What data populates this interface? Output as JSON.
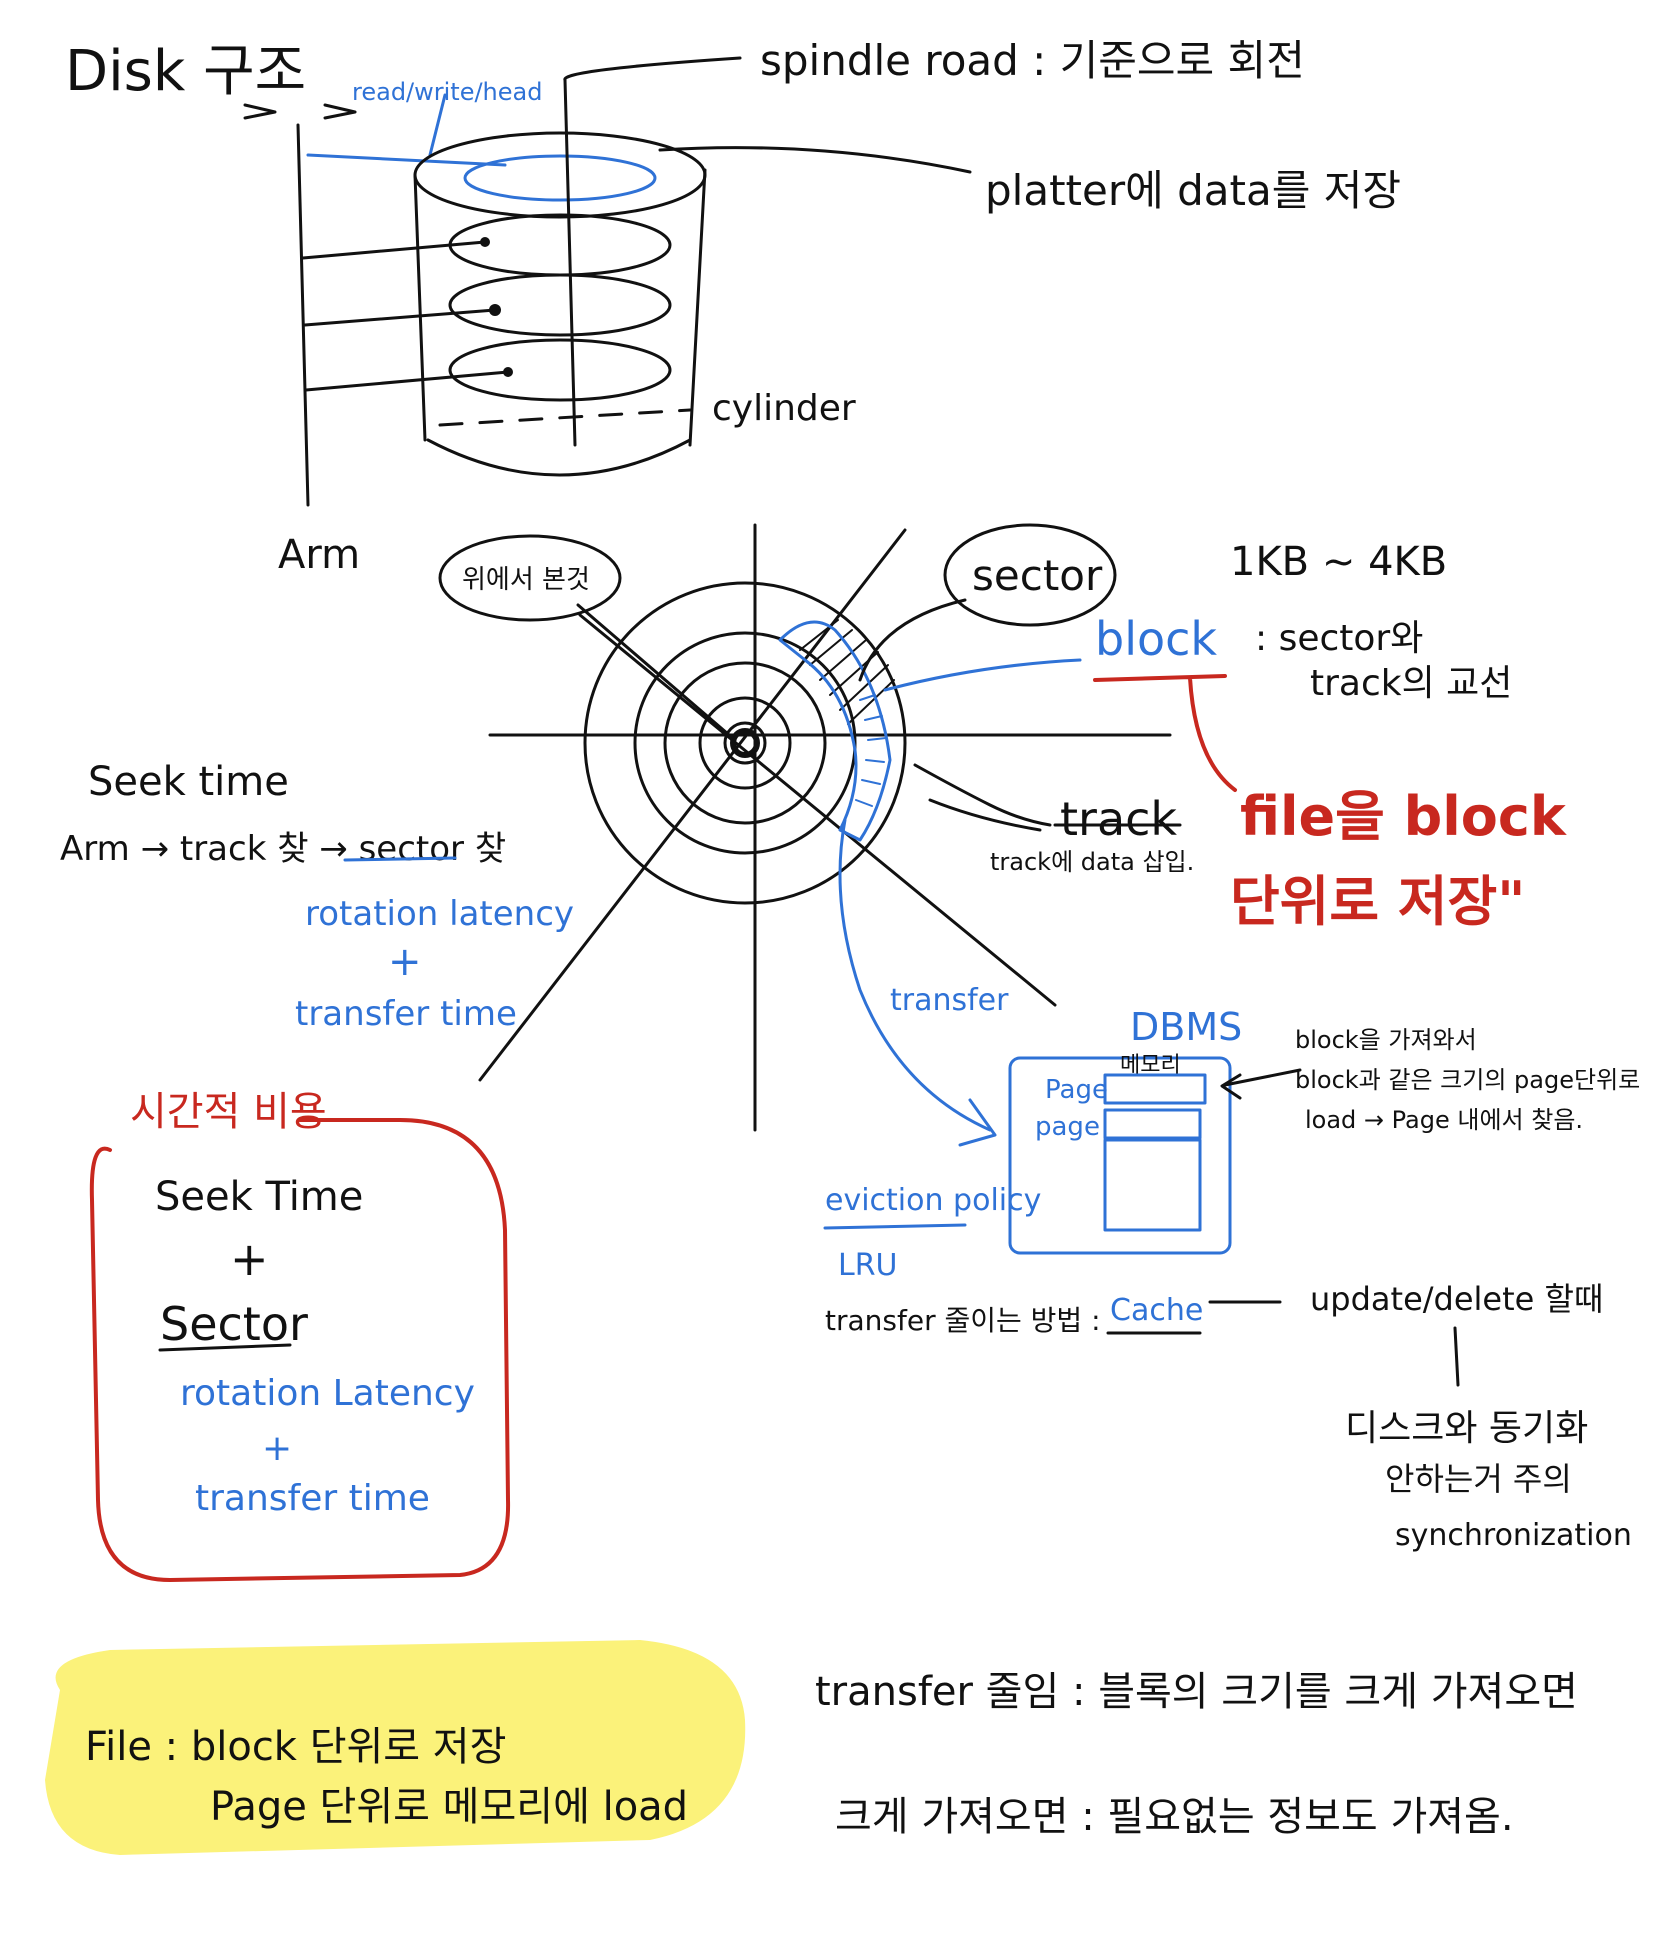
{
  "colors": {
    "ink": "#111111",
    "blue": "#2f72d6",
    "red": "#c8281f",
    "highlight": "#fbf27a",
    "background": "#ffffff"
  },
  "disk_section": {
    "title": "Disk 구조",
    "head_label": "read/write/head",
    "spindle_label": "spindle road : 기준으로 회전",
    "platter_label": "platter에 data를 저장",
    "cylinder_label": "cylinder",
    "arm_label": "Arm"
  },
  "platter_diagram": {
    "top_view_label": "위에서 본것",
    "sector_label": "sector",
    "size_label": "1KB ~ 4KB",
    "block_label": "block",
    "block_desc_line1": ": sector와",
    "block_desc_line2": "track의 교선",
    "track_label": "track",
    "track_desc": "track에 data 삽입.",
    "file_block_line1": "file을 block",
    "file_block_line2": "단위로 저장\""
  },
  "seek_notes": {
    "title": "Seek time",
    "flow": "Arm → track 찾 → sector 찾",
    "rotation": "rotation latency",
    "plus": "+",
    "transfer": "transfer time"
  },
  "time_cost_box": {
    "title": "시간적 비용",
    "seek": "Seek Time",
    "plus1": "+",
    "sector": "Sector",
    "rotation": "rotation Latency",
    "plus2": "+",
    "transfer": "transfer time"
  },
  "dbms_section": {
    "transfer_arrow_label": "transfer",
    "dbms_label": "DBMS",
    "memory_label": "메모리",
    "page_label_1": "Page",
    "page_label_2": "page",
    "eviction_label": "eviction policy",
    "lru_label": "LRU",
    "reduce_transfer": "transfer 줄이는 방법 :",
    "cache_label": "Cache",
    "load_note_line1": "block을 가져와서",
    "load_note_line2": "block과 같은 크기의 page단위로",
    "load_note_line3": "load → Page 내에서 찾음.",
    "update_note": "update/delete 할때",
    "sync_line1": "디스크와 동기화",
    "sync_line2": "안하는거 주의",
    "sync_line3": "synchronization"
  },
  "bottom_notes": {
    "highlight_line1": "File : block 단위로 저장",
    "highlight_line2": "Page 단위로 메모리에 load",
    "transfer_line": "transfer 줄임 : 블록의 크기를 크게 가져오면",
    "size_line": "크게 가져오면 : 필요없는 정보도 가져옴."
  }
}
